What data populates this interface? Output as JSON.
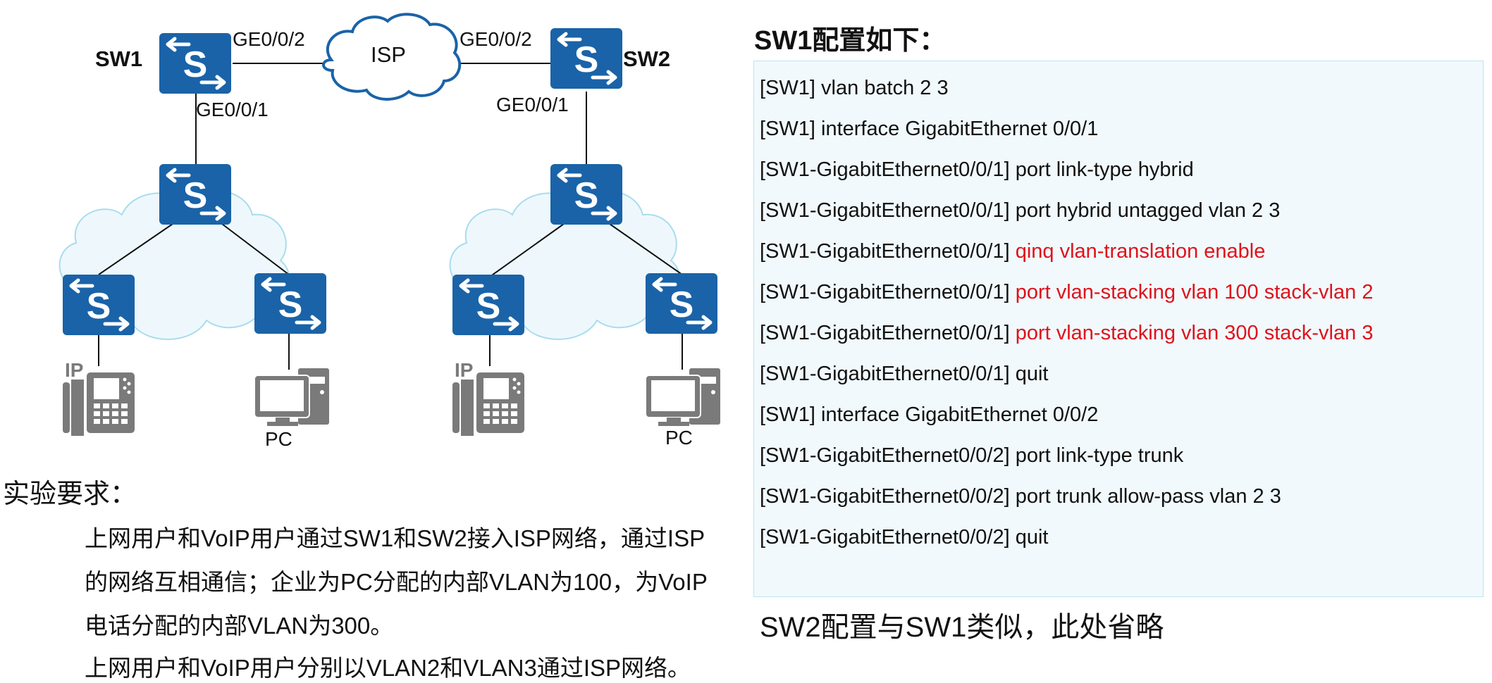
{
  "topology": {
    "isp_label": "ISP",
    "sw1": {
      "name": "SW1",
      "uplink_port": "GE0/0/2",
      "downlink_port": "GE0/0/1"
    },
    "sw2": {
      "name": "SW2",
      "uplink_port": "GE0/0/2",
      "downlink_port": "GE0/0/1"
    },
    "left_site": {
      "phone_label": "IP",
      "pc_label": "PC"
    },
    "right_site": {
      "phone_label": "IP",
      "pc_label": "PC"
    },
    "colors": {
      "switch": "#1a63a8",
      "isp_cloud_stroke": "#1a63a8",
      "site_cloud_fill": "#eef8fc",
      "site_cloud_stroke": "#a9dcef",
      "terminal": "#7a7a7a"
    }
  },
  "config": {
    "title": "SW1配置如下：",
    "lines": [
      {
        "prompt": "[SW1]",
        "cmd": "vlan batch 2 3",
        "highlight": false
      },
      {
        "prompt": "[SW1]",
        "cmd": "interface GigabitEthernet 0/0/1",
        "highlight": false
      },
      {
        "prompt": "[SW1-GigabitEthernet0/0/1]",
        "cmd": "port link-type hybrid",
        "highlight": false
      },
      {
        "prompt": "[SW1-GigabitEthernet0/0/1]",
        "cmd": "port hybrid untagged vlan 2 3",
        "highlight": false
      },
      {
        "prompt": "[SW1-GigabitEthernet0/0/1]",
        "cmd": "qinq vlan-translation enable",
        "highlight": true
      },
      {
        "prompt": "[SW1-GigabitEthernet0/0/1]",
        "cmd": "port vlan-stacking vlan 100 stack-vlan 2",
        "highlight": true
      },
      {
        "prompt": "[SW1-GigabitEthernet0/0/1]",
        "cmd": "port vlan-stacking vlan 300 stack-vlan 3",
        "highlight": true
      },
      {
        "prompt": "[SW1-GigabitEthernet0/0/1]",
        "cmd": "quit",
        "highlight": false
      },
      {
        "prompt": "[SW1]",
        "cmd": "interface GigabitEthernet 0/0/2",
        "highlight": false
      },
      {
        "prompt": "[SW1-GigabitEthernet0/0/2]",
        "cmd": "port link-type trunk",
        "highlight": false
      },
      {
        "prompt": "[SW1-GigabitEthernet0/0/2]",
        "cmd": "port trunk allow-pass vlan 2 3",
        "highlight": false
      },
      {
        "prompt": "[SW1-GigabitEthernet0/0/2]",
        "cmd": "quit",
        "highlight": false
      }
    ],
    "highlight_color": "#e0121b",
    "sw2_note": "SW2配置与SW1类似，此处省略"
  },
  "requirements": {
    "title": "实验要求：",
    "paragraphs": [
      "上网用户和VoIP用户通过SW1和SW2接入ISP网络，通过ISP",
      "的网络互相通信；企业为PC分配的内部VLAN为100，为VoIP",
      "电话分配的内部VLAN为300。",
      "上网用户和VoIP用户分别以VLAN2和VLAN3通过ISP网络。"
    ]
  }
}
